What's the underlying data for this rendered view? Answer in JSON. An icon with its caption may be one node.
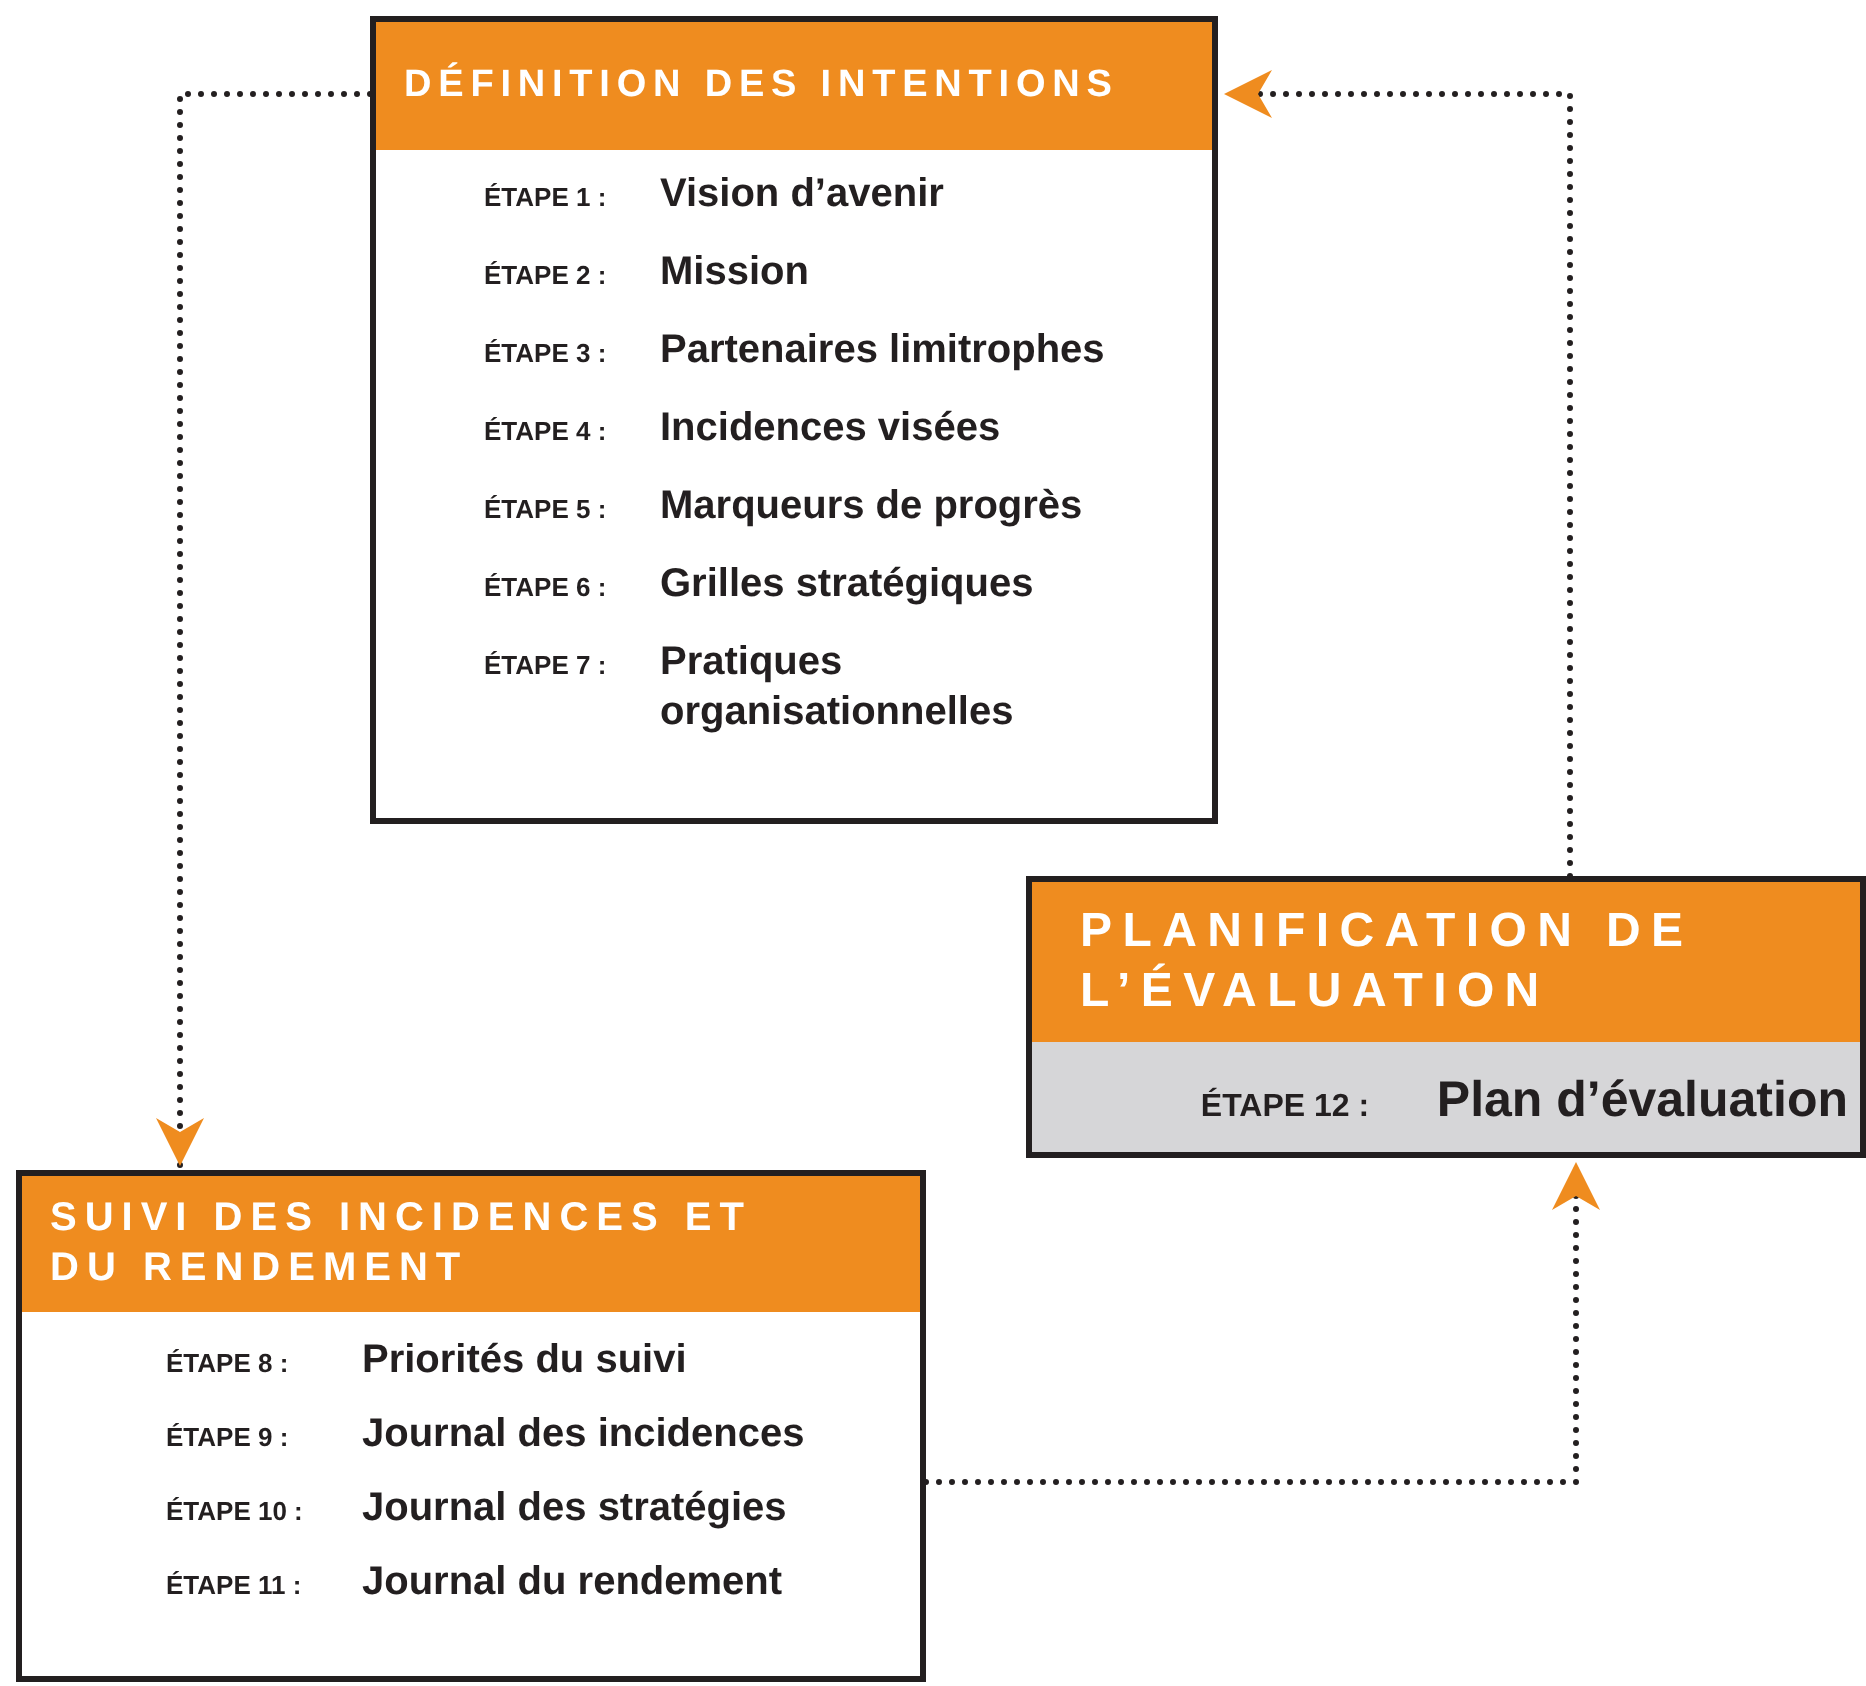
{
  "diagram": {
    "nodes": [
      {
        "text": [
          "DÉFINITION DES INTENTIONS",
          "ÉTAPE 1 :",
          "Vision d’avenir",
          "ÉTAPE 2 :",
          "Mission",
          "ÉTAPE 3 :",
          "Partenaires limitrophes",
          "ÉTAPE 4 :",
          "Incidences visées",
          "ÉTAPE 5 :",
          "Marqueurs de progrès",
          "ÉTAPE 6 :",
          "Grilles stratégiques",
          "ÉTAPE 7 :",
          "Pratiques organisationnelles"
        ]
      },
      {
        "text": [
          "SUIVI DES INCIDENCES ET DU RENDEMENT",
          "ÉTAPE 8 :",
          "Priorités du suivi",
          "ÉTAPE 9 :",
          "Journal des incidences",
          "ÉTAPE 10 :",
          "Journal des stratégies",
          "ÉTAPE 11 :",
          "Journal du rendement"
        ]
      },
      {
        "text": [
          "PLANIFICATION DE L’ÉVALUATION",
          "ÉTAPE 12 :",
          "Plan d’évaluation"
        ]
      }
    ],
    "edges": [
      {
        "from": 0,
        "to": 1,
        "arrow": "to"
      },
      {
        "from": 1,
        "to": 2,
        "arrow": "to"
      },
      {
        "from": 2,
        "to": 0,
        "arrow": "to"
      }
    ]
  }
}
